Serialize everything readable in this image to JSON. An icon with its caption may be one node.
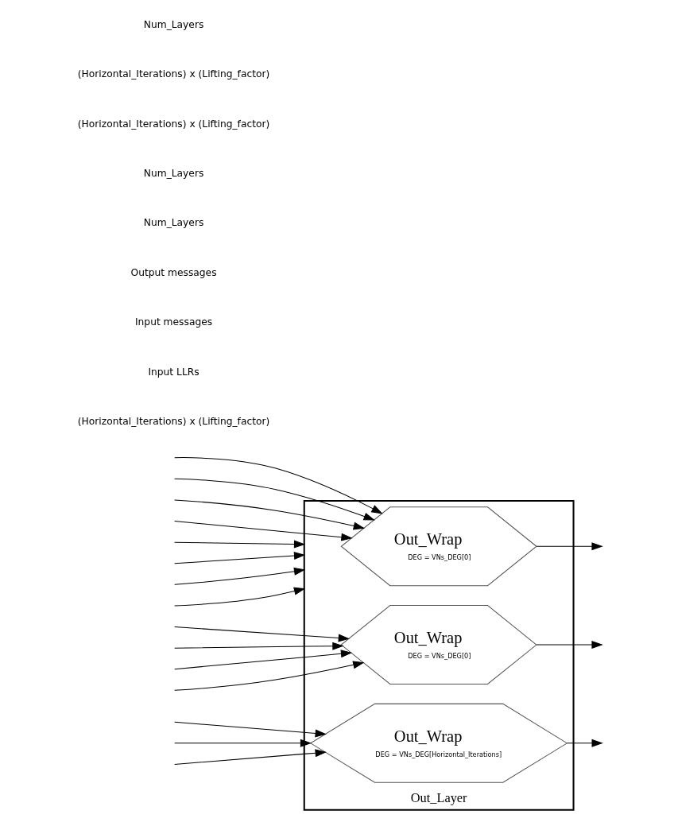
{
  "diagram": {
    "nodes": [
      {
        "text": [
          "Out_Layer"
        ]
      },
      {
        "text": [
          "Out_Wrap",
          "DEG = VNs_DEG[0]"
        ],
        "in": 0
      },
      {
        "text": [
          "Out_Wrap",
          "DEG = VNs_DEG[0]"
        ],
        "in": 0
      },
      {
        "text": [
          "Out_Wrap",
          "DEG = VNs_DEG[Horizontal_Iterations]"
        ],
        "in": 0
      }
    ],
    "edges": [
      {
        "from": null,
        "to": 1,
        "arrow": "to"
      },
      {
        "from": null,
        "to": 2,
        "arrow": "to"
      },
      {
        "from": null,
        "to": 3,
        "arrow": "to"
      },
      {
        "from": null,
        "to": 1,
        "arrow": "to"
      },
      {
        "from": null,
        "to": 1,
        "arrow": "to"
      },
      {
        "from": null,
        "to": 1,
        "arrow": "to"
      },
      {
        "from": null,
        "to": 0,
        "arrow": "to"
      },
      {
        "from": null,
        "to": 2,
        "arrow": "to"
      },
      {
        "from": null,
        "to": 2,
        "arrow": "to"
      },
      {
        "from": null,
        "to": 2,
        "arrow": "to"
      },
      {
        "from": null,
        "to": 0,
        "arrow": "to"
      },
      {
        "from": null,
        "to": 3,
        "arrow": "to"
      },
      {
        "from": null,
        "to": 3,
        "arrow": "to"
      },
      {
        "from": null,
        "to": 0,
        "arrow": "to"
      },
      {
        "from": null,
        "to": 0,
        "arrow": "to"
      },
      {
        "from": 1,
        "to": null,
        "arrow": "to"
      },
      {
        "from": 2,
        "to": null,
        "arrow": "to"
      },
      {
        "from": 3,
        "to": null,
        "arrow": "to"
      }
    ],
    "labels": [
      "(Horizontal_Iterations) x (Lifting_factor)",
      "Input LLRs",
      "Input messages",
      "Output messages",
      "Num_Layers",
      "Num_Layers",
      "(Horizontal_Iterations) x (Lifting_factor)",
      "(Horizontal_Iterations) x (Lifting_factor)",
      "Num_Layers"
    ]
  }
}
